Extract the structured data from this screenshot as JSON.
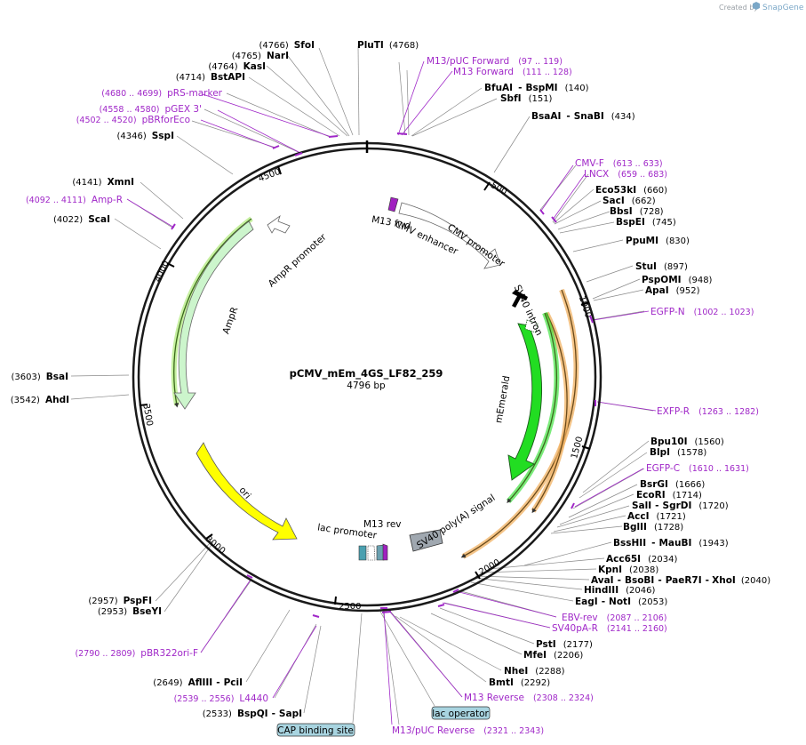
{
  "credit": {
    "prefix": "Created by",
    "brand": "SnapGene"
  },
  "plasmid": {
    "name": "pCMV_mEm_4GS_LF82_259",
    "length_label": "4796 bp",
    "length": 4796
  },
  "ticks": [
    "500",
    "1000",
    "1500",
    "2000",
    "2500",
    "3000",
    "3500",
    "4000",
    "4500"
  ],
  "features": {
    "m13fwd": "M13 fwd",
    "cmv_enhancer": "CMV enhancer",
    "cmv_promoter": "CMV promoter",
    "sv40_intron": "SV40 intron",
    "memerald": "mEmerald",
    "sv40_polya": "SV40 poly(A) signal",
    "m13rev": "M13 rev",
    "lac_promoter": "lac promoter",
    "ori": "ori",
    "ampr": "AmpR",
    "ampr_promoter": "AmpR promoter"
  },
  "boxes": {
    "cap": "CAP binding site",
    "lacop": "lac operator"
  },
  "labels": {
    "l01": {
      "pos": "(4766)",
      "name": "SfoI"
    },
    "l02": {
      "name": "PluTI",
      "pos": "(4768)"
    },
    "l03": {
      "pos": "(4765)",
      "name": "NarI"
    },
    "l04": {
      "pos": "(4764)",
      "name": "KasI"
    },
    "l05": {
      "pos": "(4714)",
      "name": "BstAPI"
    },
    "l06": {
      "pos": "(4680 .. 4699)",
      "name": "pRS-marker"
    },
    "l07": {
      "pos": "(4558 .. 4580)",
      "name": "pGEX 3'"
    },
    "l08": {
      "pos": "(4502 .. 4520)",
      "name": "pBRforEco"
    },
    "l09": {
      "pos": "(4346)",
      "name": "SspI"
    },
    "l10": {
      "pos": "(4141)",
      "name": "XmnI"
    },
    "l11": {
      "pos": "(4092 .. 4111)",
      "name": "Amp-R"
    },
    "l12": {
      "pos": "(4022)",
      "name": "ScaI"
    },
    "l13": {
      "pos": "(3603)",
      "name": "BsaI"
    },
    "l14": {
      "pos": "(3542)",
      "name": "AhdI"
    },
    "l15": {
      "pos": "(2957)",
      "name": "PspFI"
    },
    "l16": {
      "pos": "(2953)",
      "name": "BseYI"
    },
    "l17": {
      "pos": "(2790 .. 2809)",
      "name": "pBR322ori-F"
    },
    "l18": {
      "pos": "(2649)",
      "name": "AflIII",
      "name2": "PciI"
    },
    "l19": {
      "pos": "(2539 .. 2556)",
      "name": "L4440"
    },
    "l20": {
      "pos": "(2533)",
      "name": "BspQI",
      "name2": "SapI"
    },
    "r01": {
      "name": "M13/pUC Forward",
      "pos": "(97 .. 119)"
    },
    "r02": {
      "name": "M13 Forward",
      "pos": "(111 .. 128)"
    },
    "r03": {
      "name": "BfuAI",
      "name2": "BspMI",
      "pos": "(140)"
    },
    "r04": {
      "name": "SbfI",
      "pos": "(151)"
    },
    "r05": {
      "name": "BsaAI",
      "name2": "SnaBI",
      "pos": "(434)"
    },
    "r06": {
      "name": "CMV-F",
      "pos": "(613 .. 633)"
    },
    "r07": {
      "name": "LNCX",
      "pos": "(659 .. 683)"
    },
    "r08": {
      "name": "Eco53kI",
      "pos": "(660)"
    },
    "r09": {
      "name": "SacI",
      "pos": "(662)"
    },
    "r10": {
      "name": "BbsI",
      "pos": "(728)"
    },
    "r11": {
      "name": "BspEI",
      "pos": "(745)"
    },
    "r12": {
      "name": "PpuMI",
      "pos": "(830)"
    },
    "r13": {
      "name": "StuI",
      "pos": "(897)"
    },
    "r14": {
      "name": "PspOMI",
      "pos": "(948)"
    },
    "r15": {
      "name": "ApaI",
      "pos": "(952)"
    },
    "r16": {
      "name": "EGFP-N",
      "pos": "(1002 .. 1023)"
    },
    "r17": {
      "name": "EXFP-R",
      "pos": "(1263 .. 1282)"
    },
    "r18": {
      "name": "Bpu10I",
      "pos": "(1560)"
    },
    "r19": {
      "name": "BlpI",
      "pos": "(1578)"
    },
    "r20": {
      "name": "EGFP-C",
      "pos": "(1610 .. 1631)"
    },
    "r21": {
      "name": "BsrGI",
      "pos": "(1666)"
    },
    "r22": {
      "name": "EcoRI",
      "pos": "(1714)"
    },
    "r23": {
      "name": "SalI",
      "name2": "SgrDI",
      "pos": "(1720)"
    },
    "r24": {
      "name": "AccI",
      "pos": "(1721)"
    },
    "r25": {
      "name": "BglII",
      "pos": "(1728)"
    },
    "r26": {
      "name": "BssHII",
      "name2": "MauBI",
      "pos": "(1943)"
    },
    "r27": {
      "name": "Acc65I",
      "pos": "(2034)"
    },
    "r28": {
      "name": "KpnI",
      "pos": "(2038)"
    },
    "r29": {
      "name": "AvaI",
      "name2": "BsoBI",
      "name3": "PaeR7I",
      "name4": "XhoI",
      "pos": "(2040)"
    },
    "r30": {
      "name": "HindIII",
      "pos": "(2046)"
    },
    "r31": {
      "name": "EagI",
      "name2": "NotI",
      "pos": "(2053)"
    },
    "r32": {
      "name": "EBV-rev",
      "pos": "(2087 .. 2106)"
    },
    "r33": {
      "name": "SV40pA-R",
      "pos": "(2141 .. 2160)"
    },
    "r34": {
      "name": "PstI",
      "pos": "(2177)"
    },
    "r35": {
      "name": "MfeI",
      "pos": "(2206)"
    },
    "r36": {
      "name": "NheI",
      "pos": "(2288)"
    },
    "r37": {
      "name": "BmtI",
      "pos": "(2292)"
    },
    "r38": {
      "name": "M13 Reverse",
      "pos": "(2308 .. 2324)"
    },
    "r39": {
      "name": "M13/pUC Reverse",
      "pos": "(2321 .. 2343)"
    }
  },
  "colors": {
    "backbone": "#1a1a1a",
    "primer": "#a028c8",
    "memerald": "#22dd22",
    "ampr": "#ccf5cc",
    "ori": "#ffff00",
    "orf_orange": "#f0b060",
    "polya": "#a0a8b0",
    "box_fill": "#a8d4e0"
  }
}
